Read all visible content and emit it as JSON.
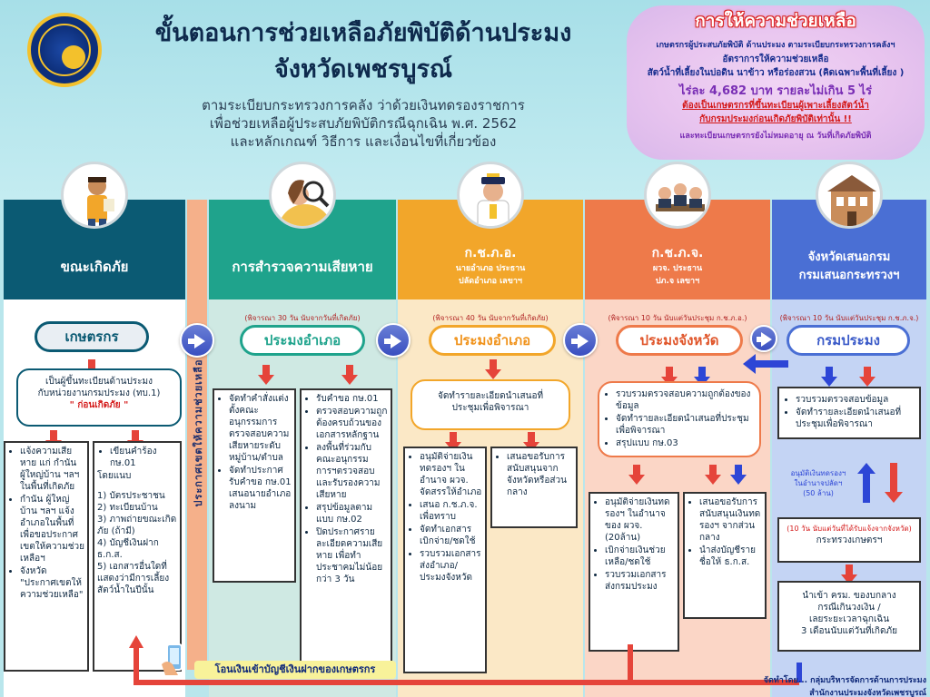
{
  "header": {
    "title_line1": "ขั้นตอนการช่วยเหลือภัยพิบัติด้านประมง",
    "title_line2": "จังหวัดเพชรบูรณ์",
    "subtitle": [
      "ตามระเบียบกระทรวงการคลัง ว่าด้วยเงินทดรองราชการ",
      "เพื่อช่วยเหลือผู้ประสบภัยพิบัติกรณีฉุกเฉิน พ.ศ. 2562",
      "และหลักเกณฑ์ วิธีการ และเงื่อนไขที่เกี่ยวข้อง"
    ]
  },
  "help_box": {
    "title": "การให้ความช่วยเหลือ",
    "line1": "เกษตรกรผู้ประสบภัยพิบัติ ด้านประมง ตามระเบียบกระทรวงการคลังฯ",
    "line2": "อัตราการให้ความช่วยเหลือ",
    "line3": "สัตว์น้ำที่เลี้ยงในบ่อดิน นาข้าว หรือร่องสวน (คิดเฉพาะพื้นที่เลี้ยง )",
    "line4": "ไร่ละ  4,682  บาท รายละไม่เกิน  5  ไร่",
    "line5": "ต้องเป็นเกษตรกรที่ขึ้นทะเบียนผู้เพาะเลี้ยงสัตว์น้ำ",
    "line6": "กับกรมประมงก่อนเกิดภัยพิบัติเท่านั้น !!",
    "line7": "และทะเบียนเกษตรกรยังไม่หมดอายุ ณ วันที่เกิดภัยพิบัติ"
  },
  "columns": {
    "c1": {
      "header": "ขณะเกิดภัย",
      "pill": "เกษตรกร",
      "box_top": [
        "เป็นผู้ขึ้นทะเบียนด้านประมง",
        "กับหน่วยงานกรมประมง (ทบ.1)",
        "\" ก่อนเกิดภัย \""
      ],
      "box_left": [
        "แจ้งความเสียหาย แก่ กำนัน ผู้ใหญ่บ้าน ฯลฯ ในพื้นที่เกิดภัย",
        "กำนัน ผู้ใหญ่บ้าน ฯลฯ แจ้งอำเภอในพื้นที่ เพื่อขอประกาศเขตให้ความช่วยเหลือฯ",
        "จังหวัด \"ประกาศเขตให้ความช่วยเหลือ\""
      ],
      "box_right_bullet": "เขียนคำร้อง กษ.01",
      "box_right_lines": [
        "โดยแนบ",
        "",
        "1) บัตรประชาชน",
        "2) ทะเบียนบ้าน",
        "3) ภาพถ่ายขณะเกิดภัย (ถ้ามี)",
        "4) บัญชีเงินฝาก ธ.ก.ส.",
        "5) เอกสารอื่นใดที่แสดงว่ามีการเลี้ยงสัตว์น้ำในปีนั้น"
      ]
    },
    "strip_text": "ประกาศเขตให้ความช่วยเหลือ",
    "c2": {
      "header": "การสำรวจความเสียหาย",
      "note": "(พิจารณา 30 วัน นับจากวันที่เกิดภัย)",
      "pill": "ประมงอำเภอ",
      "box_left": [
        "จัดทำคำสั่งแต่งตั้งคณะอนุกรรมการตรวจสอบความเสียหายระดับหมู่บ้าน/ตำบล",
        "จัดทำประกาศรับคำขอ กษ.01 เสนอนายอำเภอลงนาม"
      ],
      "box_right": [
        "รับคำขอ กษ.01",
        "ตรวจสอบความถูกต้องครบถ้วนของเอกสารหลักฐาน",
        "ลงพื้นที่ร่วมกับคณะอนุกรรมการฯตรวจสอบและรับรองความเสียหาย",
        "สรุปข้อมูลตามแบบ กษ.02",
        "ปิดประกาศรายละเอียดความเสียหาย เพื่อทำประชาคมไม่น้อยกว่า 3 วัน"
      ]
    },
    "c3": {
      "header": "ก.ช.ภ.อ.",
      "header_sub1": "นายอำเภอ ประธาน",
      "header_sub2": "ปลัดอำเภอ เลขาฯ",
      "note": "(พิจารณา 40 วัน นับจากวันที่เกิดภัย)",
      "pill": "ประมงอำเภอ",
      "box_top": [
        "จัดทำรายละเอียดนำเสนอที่",
        "ประชุมเพื่อพิจารณา"
      ],
      "box_left": [
        "อนุมัติจ่ายเงินทดรองฯ ในอำนาจ ผวจ. จัดสรรให้อำเภอ",
        "เสนอ ก.ช.ภ.จ. เพื่อทราบ",
        "จัดทำเอกสารเบิกจ่าย/ชดใช้",
        "รวบรวมเอกสารส่งอำเภอ/ประมงจังหวัด"
      ],
      "box_right": [
        "เสนอขอรับการสนับสนุนจากจังหวัดหรือส่วนกลาง"
      ]
    },
    "c4": {
      "header": "ก.ช.ภ.จ.",
      "header_sub1": "ผวจ. ประธาน",
      "header_sub2": "ปภ.จ เลขาฯ",
      "note": "(พิจารณา 10 วัน นับแต่วันประชุม ก.ช.ภ.อ.)",
      "pill": "ประมงจังหวัด",
      "box_top": [
        "รวบรวมตรวจสอบความถูกต้องของข้อมูล",
        "จัดทำรายละเอียดนำเสนอที่ประชุมเพื่อพิจารณา",
        "สรุปแบบ กษ.03"
      ],
      "box_left": [
        "อนุมัติจ่ายเงินทดรองฯ ในอำนาจของ ผวจ. (20ล้าน)",
        "เบิกจ่ายเงินช่วยเหลือ/ชดใช้",
        "รวบรวมเอกสารส่งกรมประมง"
      ],
      "box_right": [
        "เสนอขอรับการสนับสนุนเงินทดรองฯ จากส่วนกลาง",
        "นำส่งบัญชีรายชื่อให้ ธ.ก.ส."
      ]
    },
    "c5": {
      "header_l1": "จังหวัดเสนอกรม",
      "header_l2": "กรมเสนอกระทรวงฯ",
      "note": "(พิจารณา 10 วัน นับแต่วันประชุม ก.ช.ภ.จ.)",
      "pill": "กรมประมง",
      "box_top": [
        "รวบรวมตรวจสอบข้อมูล",
        "จัดทำรายละเอียดนำเสนอที่ประชุมเพื่อพิจารณา"
      ],
      "approve_note_l1": "อนุมัติเงินทดรองฯ",
      "approve_note_l2": "ในอำนาจปลัดฯ",
      "approve_note_l3": "(50 ล้าน)",
      "box_mid_note": "(10 วัน นับแต่วันที่ได้รับแจ้งจากจังหวัด)",
      "box_mid": "กระทรวงเกษตรฯ",
      "box_bottom": [
        "นำเข้า ครม. ของบกลาง",
        "กรณีเกินวงเงิน /",
        "เลยระยะเวลาฉุกเฉิน",
        "3 เดือนนับแต่วันที่เกิดภัย"
      ]
    }
  },
  "footer": {
    "transfer": "โอนเงินเข้าบัญชีเงินฝากของเกษตรกร",
    "credit_l1": "จัดทำโดย... กลุ่มบริหารจัดการด้านการประมง",
    "credit_l2": "สำนักงานประมงจังหวัดเพชรบูรณ์"
  },
  "colors": {
    "col1": "#0b5a73",
    "col2": "#1fa38c",
    "col3": "#f2a62a",
    "col4": "#ee7a4a",
    "col5": "#4a6fd4",
    "arrow_red": "#e5443a",
    "arrow_blue": "#2d46d6"
  }
}
